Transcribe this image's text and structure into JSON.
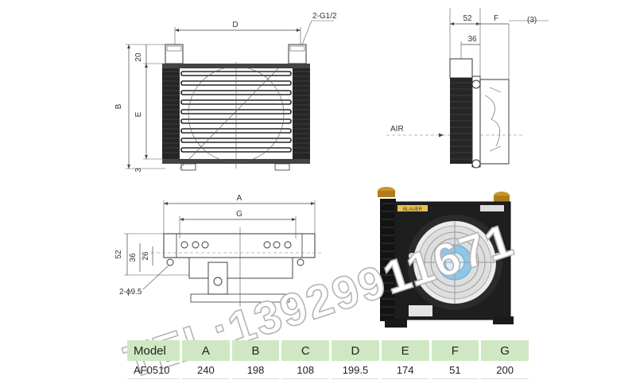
{
  "drawing": {
    "front": {
      "d": "D",
      "port": "2-G1/2",
      "dim_20": "20",
      "b": "B",
      "e": "E",
      "dim_3": "3"
    },
    "side": {
      "dim_52": "52",
      "f": "F",
      "note": "(3)",
      "dim_36": "36",
      "air": "AIR"
    },
    "bottom": {
      "a": "A",
      "g": "G",
      "dim_52": "52",
      "dim_36": "36",
      "dim_26": "26",
      "hole": "2-ϕ9.5"
    },
    "photo": {
      "brand_label": "BLAUER"
    }
  },
  "watermark": "TEL:13929911671",
  "table": {
    "headers": [
      "Model",
      "A",
      "B",
      "C",
      "D",
      "E",
      "F",
      "G"
    ],
    "rows": [
      [
        "AF0510",
        "240",
        "198",
        "108",
        "199.5",
        "174",
        "51",
        "200"
      ]
    ]
  },
  "colors": {
    "table_header": "#cfe8c3",
    "core": "#1e1e1e",
    "fan_blue": "#8fc6e8"
  }
}
